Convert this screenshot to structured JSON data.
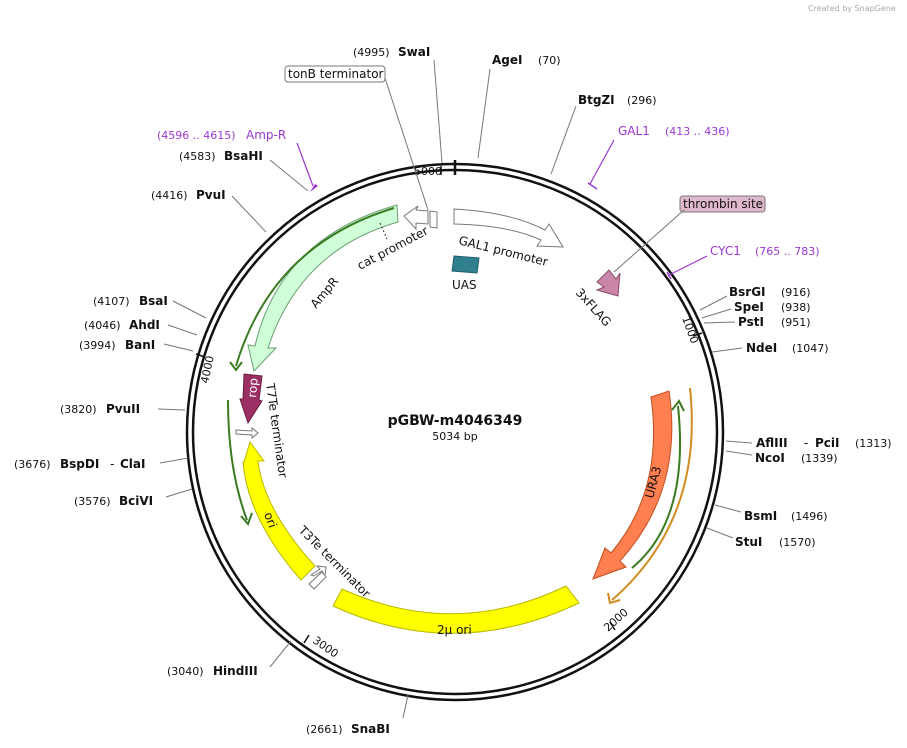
{
  "branding": "Created by SnapGene",
  "plasmid": {
    "name": "pGBW-m4046349",
    "length_label": "5034 bp"
  },
  "ticks": {
    "t1000": "1000",
    "t2000": "2000",
    "t3000": "3000",
    "t4000": "4000",
    "t5000": "5000"
  },
  "sites": [
    {
      "name": "SwaI",
      "pos": "(4995)"
    },
    {
      "name": "AgeI",
      "pos": "(70)"
    },
    {
      "name": "BtgZI",
      "pos": "(296)"
    },
    {
      "name": "BsrGI",
      "pos": "(916)"
    },
    {
      "name": "SpeI",
      "pos": "(938)"
    },
    {
      "name": "PstI",
      "pos": "(951)"
    },
    {
      "name": "NdeI",
      "pos": "(1047)"
    },
    {
      "name": "AflIII",
      "pos": "(1313)",
      "name2": "PciI"
    },
    {
      "name": "NcoI",
      "pos": "(1339)"
    },
    {
      "name": "BsmI",
      "pos": "(1496)"
    },
    {
      "name": "StuI",
      "pos": "(1570)"
    },
    {
      "name": "SnaBI",
      "pos": "(2661)"
    },
    {
      "name": "HindIII",
      "pos": "(3040)"
    },
    {
      "name": "BciVI",
      "pos": "(3576)"
    },
    {
      "name": "BspDI",
      "pos": "(3676)",
      "name2": "ClaI"
    },
    {
      "name": "PvuII",
      "pos": "(3820)"
    },
    {
      "name": "BanI",
      "pos": "(3994)"
    },
    {
      "name": "AhdI",
      "pos": "(4046)"
    },
    {
      "name": "BsaI",
      "pos": "(4107)"
    },
    {
      "name": "PvuI",
      "pos": "(4416)"
    },
    {
      "name": "BsaHI",
      "pos": "(4583)"
    }
  ],
  "primers": [
    {
      "name": "Amp-R",
      "range": "(4596 .. 4615)"
    },
    {
      "name": "GAL1",
      "range": "(413 .. 436)"
    },
    {
      "name": "CYC1",
      "range": "(765 .. 783)"
    }
  ],
  "boxed_labels": {
    "tonB": "tonB terminator",
    "thrombin": "thrombin site"
  },
  "features": {
    "gal1_promoter": "GAL1 promoter",
    "uas": "UAS",
    "flag": "3xFLAG",
    "ura3": "URA3",
    "two_micron": "2μ ori",
    "t3te": "T3Te terminator",
    "ori": "ori",
    "rop": "rop",
    "t7te": "T7Te terminator",
    "ampr": "AmpR",
    "cat_promoter": "cat promoter"
  },
  "colors": {
    "ampr": "#cfffd6",
    "ura3": "#ff7f50",
    "two_micron": "#ffff00",
    "ori": "#ffff00",
    "rop": "#9b2f64",
    "uas": "#2f7f8f",
    "flag": "#c986a6",
    "thrombin_box": "#e0b8cc",
    "primer": "#9b37d1"
  }
}
